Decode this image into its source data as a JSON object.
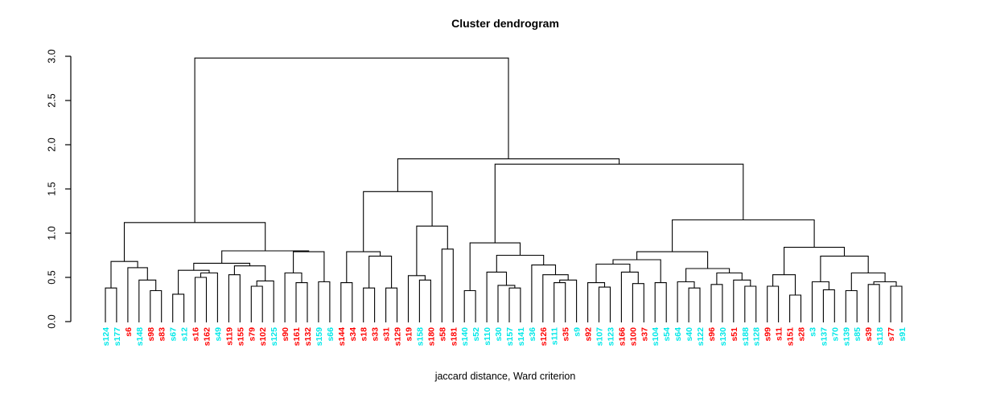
{
  "title": "Cluster dendrogram",
  "caption": "jaccard distance, Ward criterion",
  "colors": {
    "cyan_label": "#00e8e8",
    "red_label": "#ff0000",
    "line": "#000000",
    "background": "#ffffff"
  },
  "chart_data": {
    "type": "dendrogram",
    "title": "Cluster dendrogram",
    "caption": "jaccard distance, Ward criterion",
    "ylabel": "",
    "ylim": [
      0.0,
      3.0
    ],
    "y_ticks": [
      "0.0",
      "0.5",
      "1.0",
      "1.5",
      "2.0",
      "2.5",
      "3.0"
    ],
    "grid": false,
    "legend": "none",
    "leaves": [
      {
        "label": "s124",
        "group": "cyan"
      },
      {
        "label": "s177",
        "group": "cyan"
      },
      {
        "label": "s6",
        "group": "red"
      },
      {
        "label": "s148",
        "group": "cyan"
      },
      {
        "label": "s98",
        "group": "red"
      },
      {
        "label": "s83",
        "group": "red"
      },
      {
        "label": "s67",
        "group": "cyan"
      },
      {
        "label": "s12",
        "group": "cyan"
      },
      {
        "label": "s16",
        "group": "red"
      },
      {
        "label": "s162",
        "group": "red"
      },
      {
        "label": "s49",
        "group": "cyan"
      },
      {
        "label": "s119",
        "group": "red"
      },
      {
        "label": "s155",
        "group": "red"
      },
      {
        "label": "s79",
        "group": "red"
      },
      {
        "label": "s102",
        "group": "red"
      },
      {
        "label": "s125",
        "group": "cyan"
      },
      {
        "label": "s90",
        "group": "red"
      },
      {
        "label": "s161",
        "group": "red"
      },
      {
        "label": "s132",
        "group": "red"
      },
      {
        "label": "s159",
        "group": "cyan"
      },
      {
        "label": "s66",
        "group": "cyan"
      },
      {
        "label": "s144",
        "group": "red"
      },
      {
        "label": "s34",
        "group": "red"
      },
      {
        "label": "s18",
        "group": "red"
      },
      {
        "label": "s33",
        "group": "red"
      },
      {
        "label": "s31",
        "group": "red"
      },
      {
        "label": "s129",
        "group": "red"
      },
      {
        "label": "s19",
        "group": "red"
      },
      {
        "label": "s158",
        "group": "cyan"
      },
      {
        "label": "s180",
        "group": "red"
      },
      {
        "label": "s58",
        "group": "red"
      },
      {
        "label": "s181",
        "group": "red"
      },
      {
        "label": "s140",
        "group": "cyan"
      },
      {
        "label": "s52",
        "group": "cyan"
      },
      {
        "label": "s110",
        "group": "cyan"
      },
      {
        "label": "s30",
        "group": "cyan"
      },
      {
        "label": "s157",
        "group": "cyan"
      },
      {
        "label": "s141",
        "group": "cyan"
      },
      {
        "label": "s36",
        "group": "cyan"
      },
      {
        "label": "s126",
        "group": "red"
      },
      {
        "label": "s111",
        "group": "cyan"
      },
      {
        "label": "s35",
        "group": "red"
      },
      {
        "label": "s9",
        "group": "cyan"
      },
      {
        "label": "s92",
        "group": "red"
      },
      {
        "label": "s107",
        "group": "cyan"
      },
      {
        "label": "s123",
        "group": "cyan"
      },
      {
        "label": "s166",
        "group": "red"
      },
      {
        "label": "s100",
        "group": "red"
      },
      {
        "label": "s37",
        "group": "red"
      },
      {
        "label": "s104",
        "group": "cyan"
      },
      {
        "label": "s54",
        "group": "cyan"
      },
      {
        "label": "s64",
        "group": "cyan"
      },
      {
        "label": "s40",
        "group": "cyan"
      },
      {
        "label": "s122",
        "group": "cyan"
      },
      {
        "label": "s96",
        "group": "red"
      },
      {
        "label": "s130",
        "group": "cyan"
      },
      {
        "label": "s51",
        "group": "red"
      },
      {
        "label": "s188",
        "group": "cyan"
      },
      {
        "label": "s128",
        "group": "cyan"
      },
      {
        "label": "s99",
        "group": "red"
      },
      {
        "label": "s11",
        "group": "red"
      },
      {
        "label": "s151",
        "group": "red"
      },
      {
        "label": "s28",
        "group": "red"
      },
      {
        "label": "s3",
        "group": "cyan"
      },
      {
        "label": "s137",
        "group": "cyan"
      },
      {
        "label": "s70",
        "group": "cyan"
      },
      {
        "label": "s139",
        "group": "cyan"
      },
      {
        "label": "s85",
        "group": "cyan"
      },
      {
        "label": "s39",
        "group": "red"
      },
      {
        "label": "s118",
        "group": "cyan"
      },
      {
        "label": "s77",
        "group": "red"
      },
      {
        "label": "s91",
        "group": "cyan"
      }
    ],
    "merge_tree": {
      "h": 2.98,
      "c": [
        {
          "h": 1.12,
          "c": [
            {
              "h": 0.68,
              "c": [
                {
                  "h": 0.38,
                  "c": [
                    "s124",
                    "s177"
                  ]
                },
                {
                  "h": 0.61,
                  "c": [
                    "s6",
                    {
                      "h": 0.47,
                      "c": [
                        "s148",
                        {
                          "h": 0.35,
                          "c": [
                            "s98",
                            "s83"
                          ]
                        }
                      ]
                    }
                  ]
                }
              ]
            },
            {
              "h": 0.8,
              "c": [
                {
                  "h": 0.66,
                  "c": [
                    {
                      "h": 0.58,
                      "c": [
                        {
                          "h": 0.31,
                          "c": [
                            "s67",
                            "s12"
                          ]
                        },
                        {
                          "h": 0.55,
                          "c": [
                            {
                              "h": 0.5,
                              "c": [
                                "s16",
                                "s162"
                              ]
                            },
                            "s49"
                          ]
                        }
                      ]
                    },
                    {
                      "h": 0.63,
                      "c": [
                        {
                          "h": 0.53,
                          "c": [
                            "s119",
                            "s155"
                          ]
                        },
                        {
                          "h": 0.46,
                          "c": [
                            {
                              "h": 0.4,
                              "c": [
                                "s79",
                                "s102"
                              ]
                            },
                            "s125"
                          ]
                        }
                      ]
                    }
                  ]
                },
                {
                  "h": 0.79,
                  "c": [
                    {
                      "h": 0.55,
                      "c": [
                        "s90",
                        {
                          "h": 0.44,
                          "c": [
                            "s161",
                            "s132"
                          ]
                        }
                      ]
                    },
                    {
                      "h": 0.45,
                      "c": [
                        "s159",
                        "s66"
                      ]
                    }
                  ]
                }
              ]
            }
          ]
        },
        {
          "h": 1.84,
          "c": [
            {
              "h": 1.47,
              "c": [
                {
                  "h": 0.79,
                  "c": [
                    {
                      "h": 0.44,
                      "c": [
                        "s144",
                        "s34"
                      ]
                    },
                    {
                      "h": 0.74,
                      "c": [
                        {
                          "h": 0.38,
                          "c": [
                            "s18",
                            "s33"
                          ]
                        },
                        {
                          "h": 0.38,
                          "c": [
                            "s31",
                            "s129"
                          ]
                        }
                      ]
                    }
                  ]
                },
                {
                  "h": 1.08,
                  "c": [
                    {
                      "h": 0.52,
                      "c": [
                        "s19",
                        {
                          "h": 0.47,
                          "c": [
                            "s158",
                            "s180"
                          ]
                        }
                      ]
                    },
                    {
                      "h": 0.82,
                      "c": [
                        "s58",
                        "s181"
                      ]
                    }
                  ]
                }
              ]
            },
            {
              "h": 1.78,
              "c": [
                {
                  "h": 0.89,
                  "c": [
                    {
                      "h": 0.35,
                      "c": [
                        "s140",
                        "s52"
                      ]
                    },
                    {
                      "h": 0.75,
                      "c": [
                        {
                          "h": 0.56,
                          "c": [
                            "s110",
                            {
                              "h": 0.41,
                              "c": [
                                "s30",
                                {
                                  "h": 0.38,
                                  "c": [
                                    "s157",
                                    "s141"
                                  ]
                                }
                              ]
                            }
                          ]
                        },
                        {
                          "h": 0.64,
                          "c": [
                            "s36",
                            {
                              "h": 0.53,
                              "c": [
                                "s126",
                                {
                                  "h": 0.47,
                                  "c": [
                                    {
                                      "h": 0.44,
                                      "c": [
                                        "s111",
                                        "s35"
                                      ]
                                    },
                                    "s9"
                                  ]
                                }
                              ]
                            }
                          ]
                        }
                      ]
                    }
                  ]
                },
                {
                  "h": 1.15,
                  "c": [
                    {
                      "h": 0.79,
                      "c": [
                        {
                          "h": 0.7,
                          "c": [
                            {
                              "h": 0.65,
                              "c": [
                                {
                                  "h": 0.44,
                                  "c": [
                                    "s92",
                                    {
                                      "h": 0.39,
                                      "c": [
                                        "s107",
                                        "s123"
                                      ]
                                    }
                                  ]
                                },
                                {
                                  "h": 0.56,
                                  "c": [
                                    "s166",
                                    {
                                      "h": 0.43,
                                      "c": [
                                        "s100",
                                        "s37"
                                      ]
                                    }
                                  ]
                                }
                              ]
                            },
                            {
                              "h": 0.44,
                              "c": [
                                "s104",
                                "s54"
                              ]
                            }
                          ]
                        },
                        {
                          "h": 0.6,
                          "c": [
                            {
                              "h": 0.45,
                              "c": [
                                "s64",
                                {
                                  "h": 0.38,
                                  "c": [
                                    "s40",
                                    "s122"
                                  ]
                                }
                              ]
                            },
                            {
                              "h": 0.55,
                              "c": [
                                {
                                  "h": 0.42,
                                  "c": [
                                    "s96",
                                    "s130"
                                  ]
                                },
                                {
                                  "h": 0.47,
                                  "c": [
                                    "s51",
                                    {
                                      "h": 0.4,
                                      "c": [
                                        "s188",
                                        "s128"
                                      ]
                                    }
                                  ]
                                }
                              ]
                            }
                          ]
                        }
                      ]
                    },
                    {
                      "h": 0.84,
                      "c": [
                        {
                          "h": 0.53,
                          "c": [
                            {
                              "h": 0.4,
                              "c": [
                                "s99",
                                "s11"
                              ]
                            },
                            {
                              "h": 0.3,
                              "c": [
                                "s151",
                                "s28"
                              ]
                            }
                          ]
                        },
                        {
                          "h": 0.74,
                          "c": [
                            {
                              "h": 0.45,
                              "c": [
                                "s3",
                                {
                                  "h": 0.36,
                                  "c": [
                                    "s137",
                                    "s70"
                                  ]
                                }
                              ]
                            },
                            {
                              "h": 0.55,
                              "c": [
                                {
                                  "h": 0.35,
                                  "c": [
                                    "s139",
                                    "s85"
                                  ]
                                },
                                {
                                  "h": 0.45,
                                  "c": [
                                    {
                                      "h": 0.42,
                                      "c": [
                                        "s39",
                                        "s118"
                                      ]
                                    },
                                    {
                                      "h": 0.4,
                                      "c": [
                                        "s77",
                                        "s91"
                                      ]
                                    }
                                  ]
                                }
                              ]
                            }
                          ]
                        }
                      ]
                    }
                  ]
                }
              ]
            }
          ]
        }
      ]
    }
  }
}
